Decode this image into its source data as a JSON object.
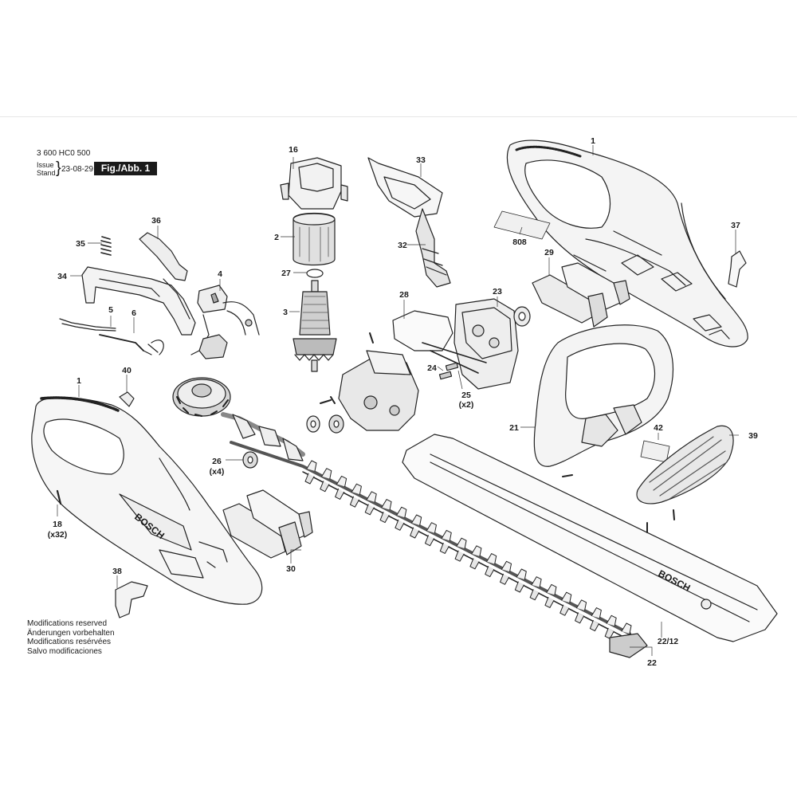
{
  "header": {
    "doc_id": "3 600 HC0 500",
    "issue_en": "Issue",
    "issue_de": "Stand",
    "date": "23-08-29",
    "figure": "Fig./Abb. 1"
  },
  "notes": [
    "Modifications reserved",
    "Änderungen vorbehalten",
    "Modifications resérvées",
    "Salvo modificaciones"
  ],
  "brand_mark": "BOSCH",
  "callouts": [
    {
      "id": "c-1-top",
      "label": "1"
    },
    {
      "id": "c-16",
      "label": "16"
    },
    {
      "id": "c-33",
      "label": "33"
    },
    {
      "id": "c-36",
      "label": "36"
    },
    {
      "id": "c-2",
      "label": "2"
    },
    {
      "id": "c-32",
      "label": "32"
    },
    {
      "id": "c-808",
      "label": "808"
    },
    {
      "id": "c-37",
      "label": "37"
    },
    {
      "id": "c-35",
      "label": "35"
    },
    {
      "id": "c-29",
      "label": "29"
    },
    {
      "id": "c-34",
      "label": "34"
    },
    {
      "id": "c-27",
      "label": "27"
    },
    {
      "id": "c-4",
      "label": "4"
    },
    {
      "id": "c-28",
      "label": "28"
    },
    {
      "id": "c-23",
      "label": "23"
    },
    {
      "id": "c-3",
      "label": "3"
    },
    {
      "id": "c-5",
      "label": "5"
    },
    {
      "id": "c-6",
      "label": "6"
    },
    {
      "id": "c-24",
      "label": "24"
    },
    {
      "id": "c-40",
      "label": "40"
    },
    {
      "id": "c-1-left",
      "label": "1"
    },
    {
      "id": "c-25",
      "label": "25"
    },
    {
      "id": "c-25q",
      "label": "(x2)"
    },
    {
      "id": "c-21",
      "label": "21"
    },
    {
      "id": "c-42",
      "label": "42"
    },
    {
      "id": "c-39",
      "label": "39"
    },
    {
      "id": "c-26",
      "label": "26"
    },
    {
      "id": "c-26q",
      "label": "(x4)"
    },
    {
      "id": "c-18",
      "label": "18"
    },
    {
      "id": "c-18q",
      "label": "(x32)"
    },
    {
      "id": "c-30",
      "label": "30"
    },
    {
      "id": "c-38",
      "label": "38"
    },
    {
      "id": "c-22-12",
      "label": "22/12"
    },
    {
      "id": "c-22",
      "label": "22"
    }
  ]
}
